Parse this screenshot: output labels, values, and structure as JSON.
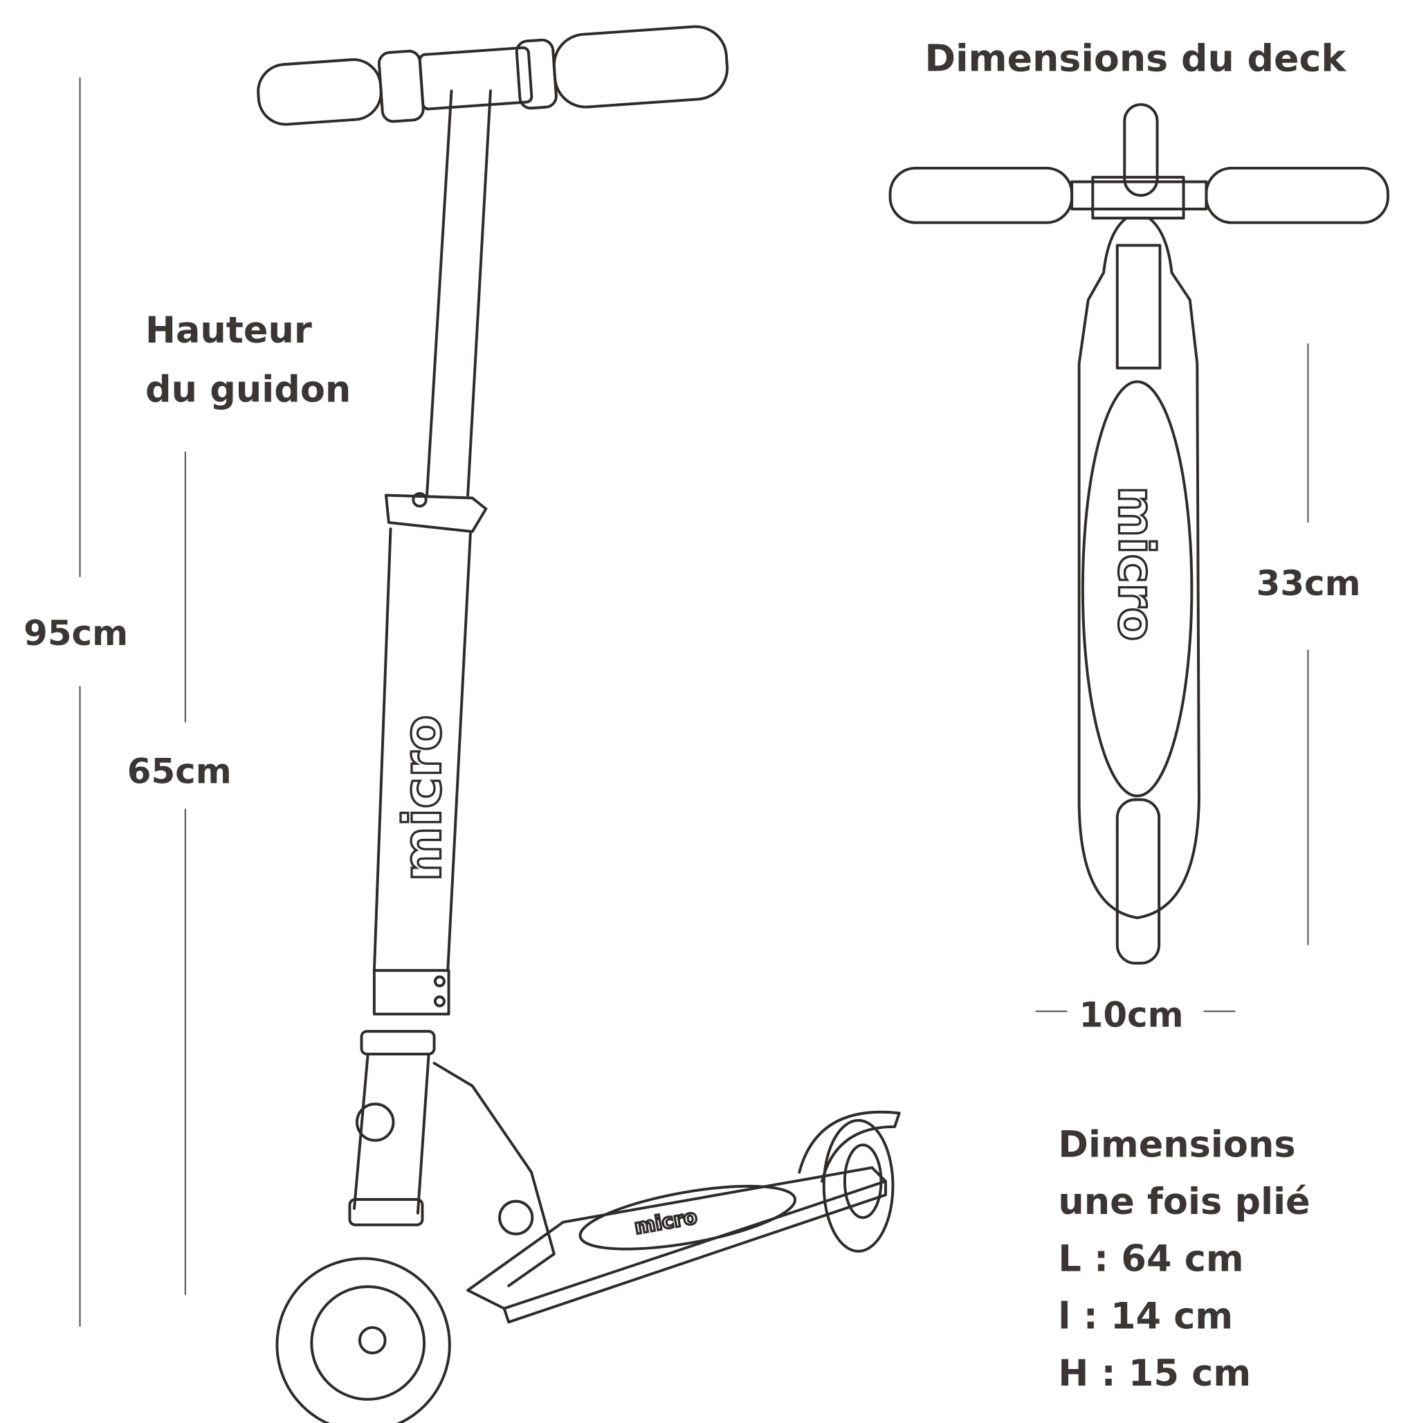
{
  "deck_title": "Dimensions du deck",
  "handlebar_height_label": [
    "Hauteur",
    "du guidon"
  ],
  "measurements": {
    "total_height": "95cm",
    "handlebar_min_height": "65cm",
    "deck_length": "33cm",
    "deck_width": "10cm"
  },
  "folded": {
    "title": [
      "Dimensions",
      "une fois plié"
    ],
    "length": "L : 64 cm",
    "width": "l : 14 cm",
    "height": "H : 15 cm"
  },
  "brand_logo": "micro",
  "colors": {
    "ink": "#2e2b29",
    "text": "#3b3633",
    "background": "#ffffff"
  }
}
